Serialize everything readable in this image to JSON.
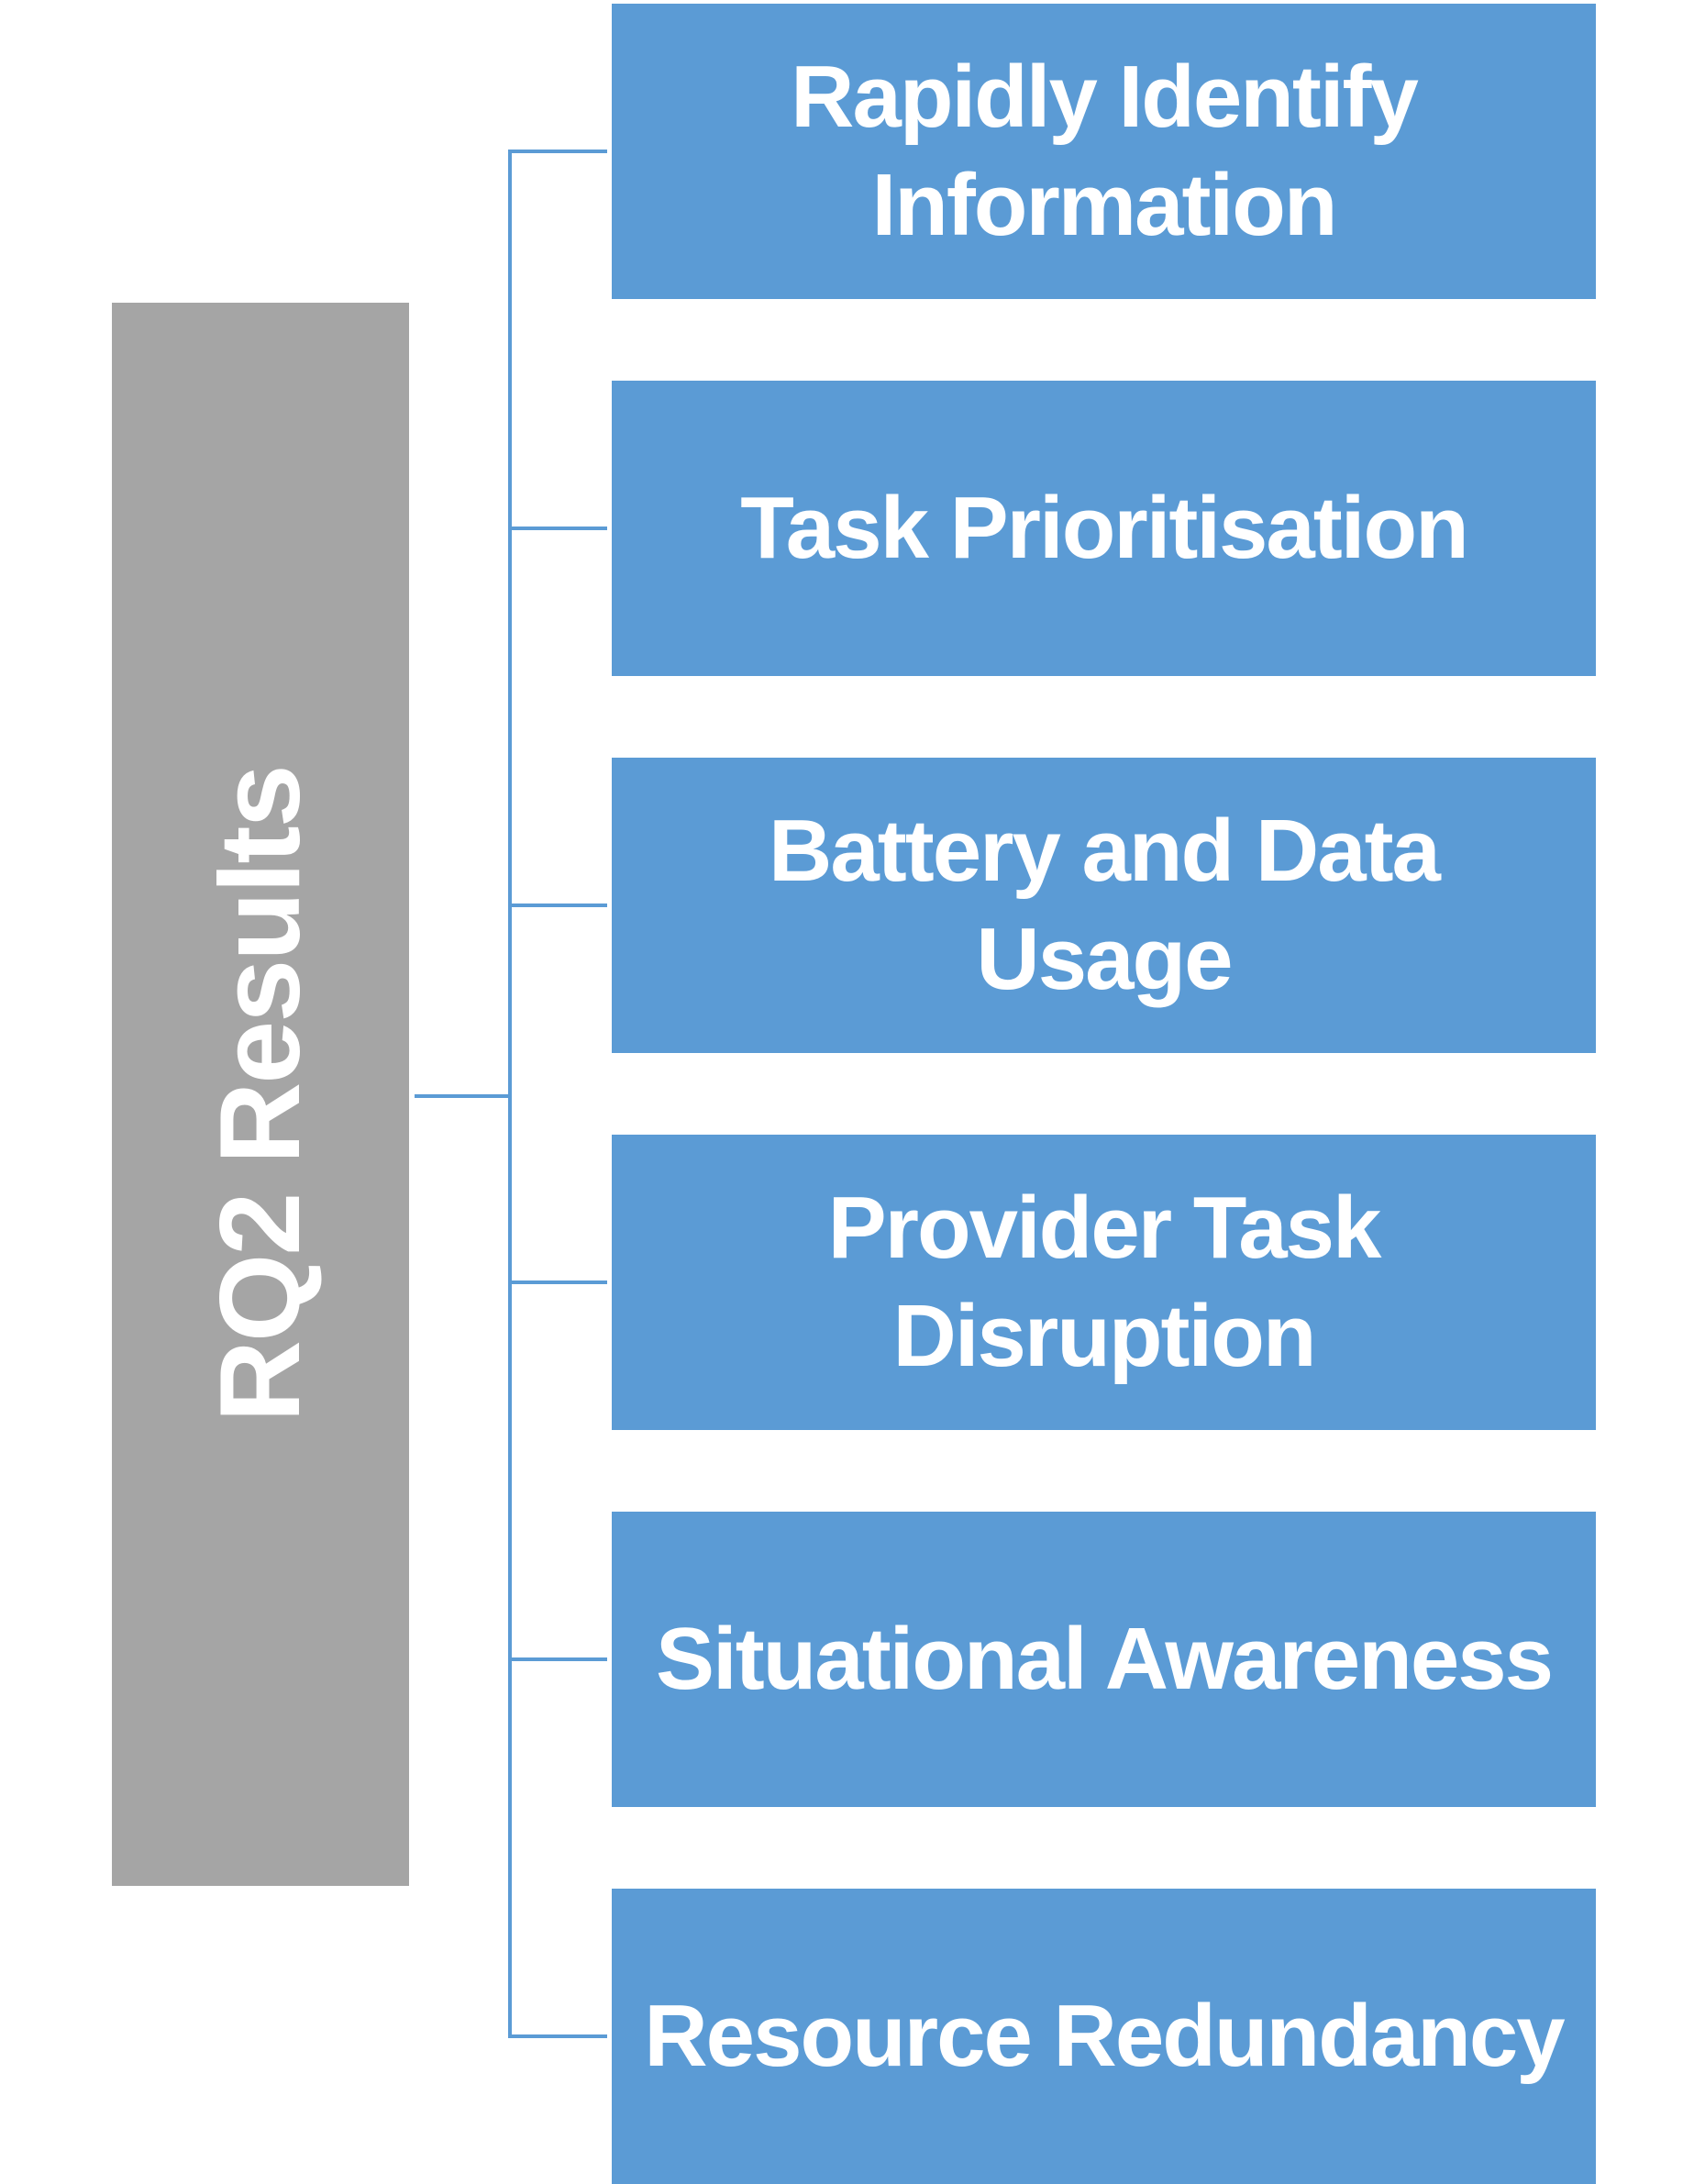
{
  "root": {
    "label": "RQ2 Results"
  },
  "children": [
    {
      "label": "Rapidly Identify Information"
    },
    {
      "label": "Task Prioritisation"
    },
    {
      "label": "Battery and Data Usage"
    },
    {
      "label": "Provider Task Disruption"
    },
    {
      "label": "Situational Awareness"
    },
    {
      "label": "Resource Redundancy"
    }
  ],
  "colors": {
    "root_fill": "#a5a5a5",
    "child_fill": "#5b9bd5",
    "connector": "#5b9bd5",
    "text": "#ffffff"
  }
}
